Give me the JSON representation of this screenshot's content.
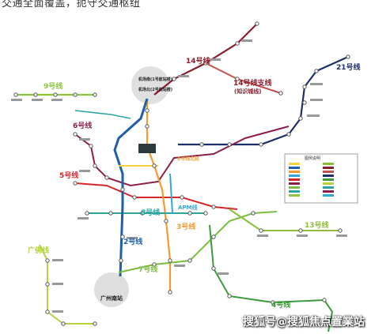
{
  "heading": "交通全面覆盖，扼守交通枢纽",
  "lines": {
    "l14": "14号线",
    "l21": "21号线",
    "l14b": "14号线支线",
    "l14b_sub": "(知识城线)",
    "l9": "9号线",
    "l6": "6号线",
    "l5": "5号线",
    "l3b": "3号线北延",
    "l3": "3号线",
    "l8": "8号线",
    "apm": "APM线",
    "l7": "7号线",
    "l2": "2号线",
    "l13": "13号线",
    "gf": "广佛线",
    "l4": "4号线"
  },
  "hubs": {
    "north_a": "机场南(1号航站楼)",
    "north_b": "机场北(2号航站楼)",
    "south": "广州南站"
  },
  "legend_title": "图例说明",
  "watermark": "搜狐号@搜狐焦点置業站",
  "colors": {
    "l14": "#8a1c2b",
    "l21": "#1d2f6a",
    "l9": "#8cc63f",
    "l6": "#8b1e4b",
    "l5": "#d7262b",
    "l3": "#f29b30",
    "l3b": "#f29b30",
    "l8": "#2aa6a0",
    "apm": "#33a6d8",
    "l7": "#7bbd42",
    "l2": "#1f5fa8",
    "l13": "#8fbd3a",
    "gf": "#b7d23f",
    "l4": "#3b9b3a",
    "l1": "#f3d23b"
  }
}
